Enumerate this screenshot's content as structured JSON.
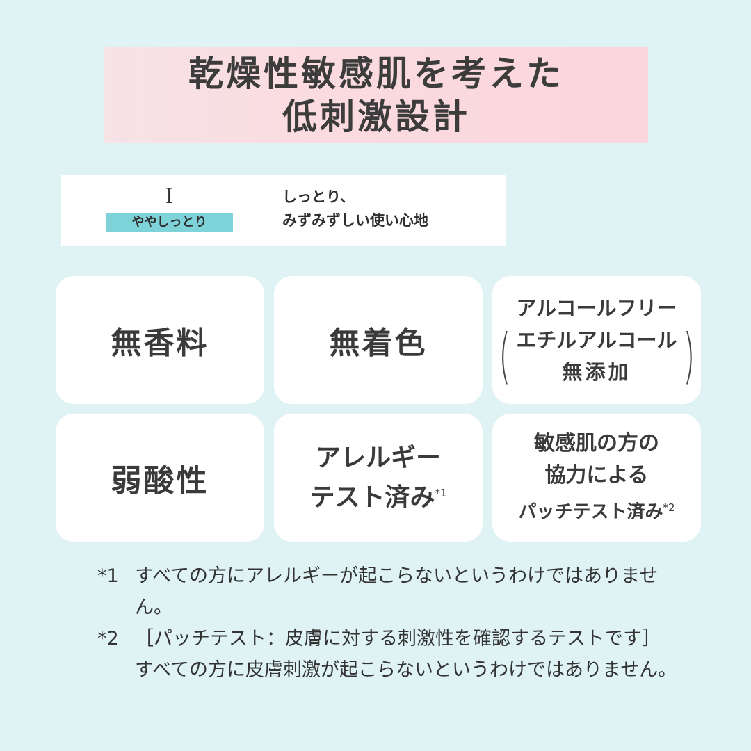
{
  "title": {
    "line1": "乾燥性敏感肌を考えた",
    "line2": "低刺激設計"
  },
  "moisture": {
    "level": "I",
    "badge": "ややしっとり",
    "desc_line1": "しっとり、",
    "desc_line2": "みずみずしい使い心地"
  },
  "features": {
    "f1": "無香料",
    "f2": "無着色",
    "f3_line1": "アルコールフリー",
    "f3_line2": "エチルアルコール",
    "f3_line3": "無添加",
    "f3_paren_open": "(",
    "f3_paren_close": ")",
    "f4": "弱酸性",
    "f5_line1": "アレルギー",
    "f5_line2": "テスト済み",
    "f5_sup": "*1",
    "f6_line1": "敏感肌の方の",
    "f6_line2": "協力による",
    "f6_line3": "パッチテスト済み",
    "f6_sup": "*2"
  },
  "notes": [
    {
      "mark": "*1",
      "text": "すべての方にアレルギーが起こらないというわけではありません。"
    },
    {
      "mark": "*2",
      "text": "［パッチテスト：皮膚に対する刺激性を確認するテストです］すべての方に皮膚刺激が起こらないというわけではありません。"
    }
  ]
}
